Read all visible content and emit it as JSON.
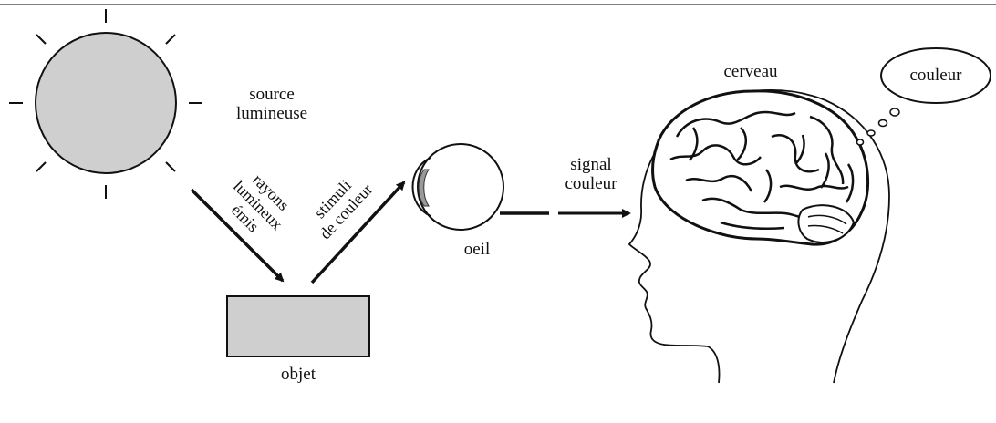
{
  "labels": {
    "source": [
      "source",
      "lumineuse"
    ],
    "rays": [
      "rayons",
      "lumineux",
      "émis"
    ],
    "stimuli": [
      "stimuli",
      "de couleur"
    ],
    "object": "objet",
    "eye": "oeil",
    "signal": [
      "signal",
      "couleur"
    ],
    "brain": "cerveau",
    "bubble": "couleur"
  },
  "colors": {
    "fill_gray": "#cfcfcf",
    "stroke": "#111111"
  }
}
